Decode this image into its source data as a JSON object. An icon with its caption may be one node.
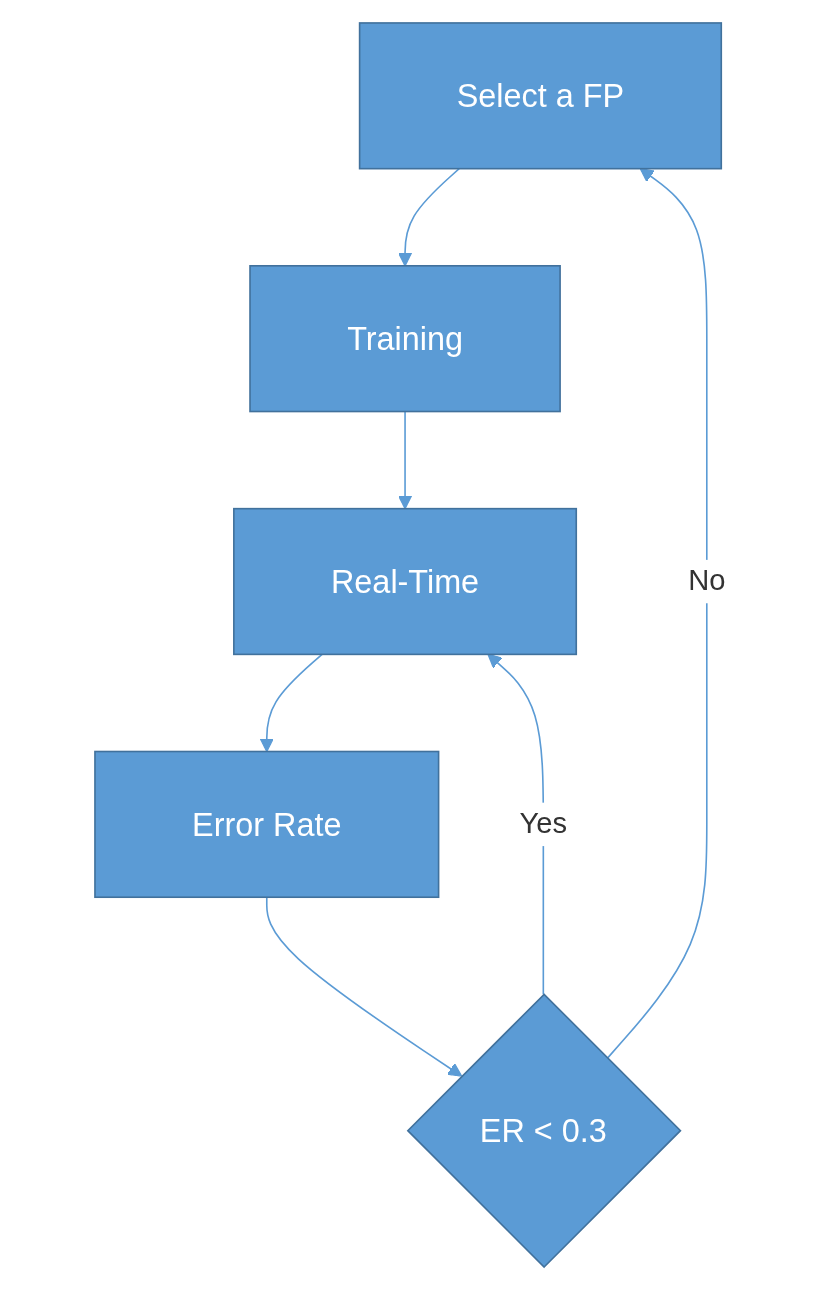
{
  "diagram": {
    "nodes": [
      {
        "text": [
          "Select a FP"
        ]
      },
      {
        "text": [
          "Training"
        ]
      },
      {
        "text": [
          "Real-Time"
        ]
      },
      {
        "text": [
          "Error Rate"
        ]
      },
      {
        "text": [
          "ER < 0.3"
        ]
      }
    ],
    "edges": [
      {
        "from": 0,
        "to": 1,
        "arrow": "to"
      },
      {
        "from": 1,
        "to": 2,
        "arrow": "to"
      },
      {
        "from": 2,
        "to": 3,
        "arrow": "to"
      },
      {
        "from": 3,
        "to": 4,
        "arrow": "to"
      },
      {
        "from": 4,
        "to": 0,
        "arrow": "to",
        "label": "No"
      },
      {
        "from": 4,
        "to": 2,
        "arrow": "to",
        "label": "Yes"
      }
    ]
  }
}
